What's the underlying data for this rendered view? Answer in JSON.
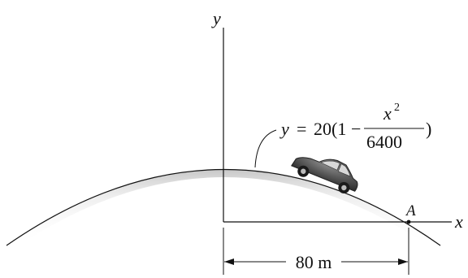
{
  "axes": {
    "y_label": "y",
    "x_label": "x"
  },
  "equation": {
    "lhs": "y",
    "equals": "=",
    "coef": "20(1",
    "minus": "−",
    "numerator_var": "x",
    "numerator_exp": "2",
    "denominator": "6400",
    "close": ")"
  },
  "point_label": "A",
  "dimension_label": "80 m",
  "colors": {
    "ink": "#111111",
    "hill_shade": "#bdbdbd",
    "car_body": "#4a4a4a"
  }
}
